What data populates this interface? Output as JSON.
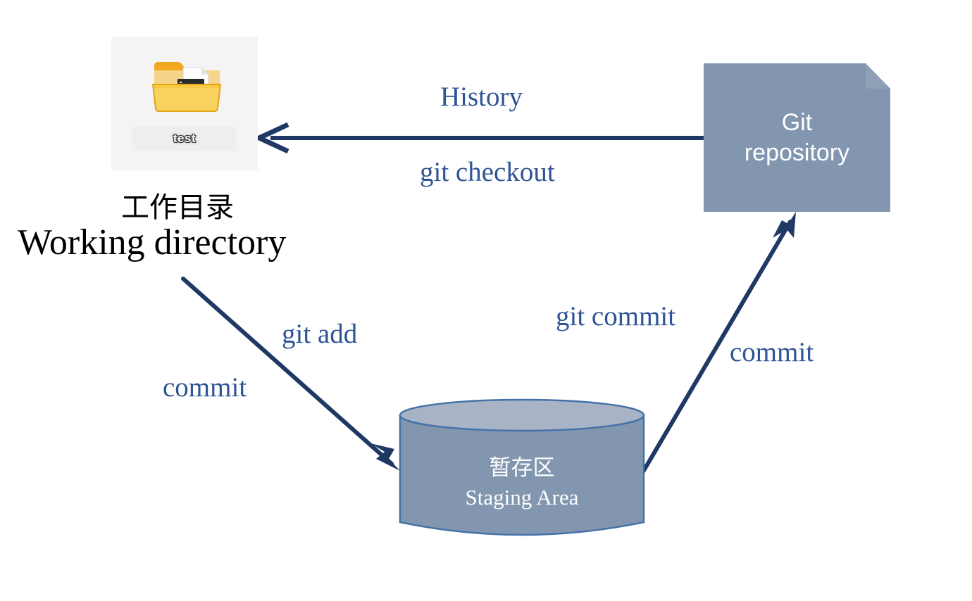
{
  "diagram": {
    "title": "Git workflow diagram",
    "background": "#ffffff",
    "colors": {
      "arrow": "#1F3864",
      "label_blue": "#2e5495",
      "repo_fill": "#8296B0",
      "cylinder_body": "#8296B0",
      "cylinder_top": "#A8B4C6",
      "cylinder_border": "#4472A8",
      "folder_tile": "#f4f4f4",
      "folder_yellow": "#F5B921",
      "text_black": "#000000",
      "text_white": "#ffffff"
    }
  },
  "nodes": {
    "working_directory": {
      "icon_name": "folder-icon",
      "folder_label": "test",
      "caption_cn": "工作目录",
      "caption_en": "Working directory"
    },
    "git_repository": {
      "line1": "Git",
      "line2": "repository"
    },
    "staging_area": {
      "line_cn": "暂存区",
      "line_en": "Staging Area"
    }
  },
  "edges": [
    {
      "id": "repo-to-workdir",
      "from": "git_repository",
      "to": "working_directory",
      "label_above": "History",
      "label_below": "git checkout",
      "direction": "left"
    },
    {
      "id": "workdir-to-staging",
      "from": "working_directory",
      "to": "staging_area",
      "label_primary": "git add",
      "label_secondary": "commit",
      "direction": "down-right"
    },
    {
      "id": "staging-to-repo",
      "from": "staging_area",
      "to": "git_repository",
      "label_primary": "git commit",
      "label_secondary": "commit",
      "direction": "up-right"
    }
  ],
  "labels": {
    "history": "History",
    "git_checkout": "git checkout",
    "git_add": "git add",
    "commit_left": "commit",
    "git_commit": "git commit",
    "commit_right": "commit"
  }
}
